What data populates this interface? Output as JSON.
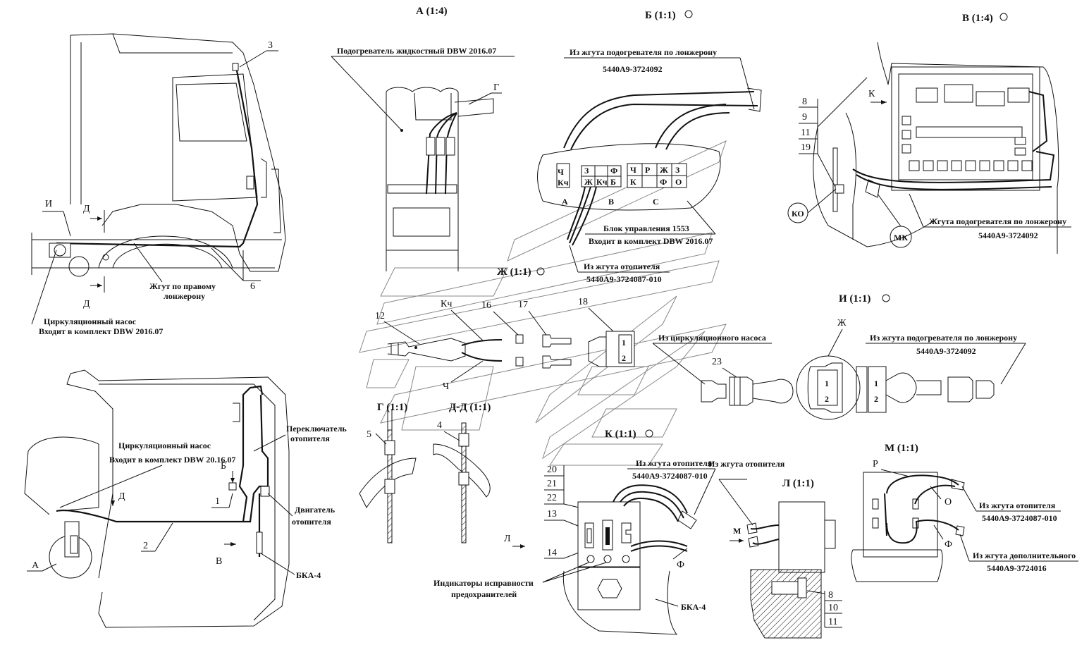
{
  "views": {
    "a": "А (1:4)",
    "b": "Б (1:1)",
    "v": "В (1:4)",
    "zh": "Ж (1:1)",
    "i": "И (1:1)",
    "g": "Г (1:1)",
    "dd": "Д-Д (1:1)",
    "k": "К (1:1)",
    "l": "Л (1:1)",
    "m": "М (1:1)"
  },
  "labels": {
    "heater_liquid": "Подогреватель жидкостный DBW 2016.07",
    "from_heater_harness_longeron": "Из жгута подогревателя  по лонжерону",
    "harness_5440A9_3724092": "5440А9-3724092",
    "control_unit_1553": "Блок управления 1553",
    "included_dbw_2016": "Входит в комплект DBW 2016.07",
    "from_heater_harness": "Из жгута отопителя",
    "harness_5440A9_3724087_010": "5440А9-3724087-010",
    "harness_right_longeron_1": "Жгут по правому",
    "harness_right_longeron_2": "лонжерону",
    "circ_pump": "Циркуляционный насос",
    "included_dbw_2016_b": "Входит в комплект DBW 2016.07",
    "circ_pump_2": "Циркуляционный насос",
    "included_dbw_20_16_07": "Входит в комплект DBW 20.16.07",
    "switch_1": "Переключатель",
    "switch_2": "отопителя",
    "engine_1": "Двигатель",
    "engine_2": "отопителя",
    "bka4": "БКА-4",
    "bka4_b": "БКА-4",
    "harness_heater_longeron_v": "Жгута подогревателя по лонжерону",
    "harness_5440A9_3724092_v": "5440А9-3724092",
    "from_circ_pump": "Из циркуляционного насоса",
    "from_heater_longeron_i": "Из жгута подогревателя по лонжерону",
    "harness_5440A9_3724092_i": "5440А9-3724092",
    "from_heater_k": "Из жгута отопителя",
    "harness_k": "5440А9-3724087-010",
    "fuse_indicators_1": "Индикаторы исправности",
    "fuse_indicators_2": "предохранителей",
    "from_heater_m": "Из жгута отопителя",
    "harness_m": "5440А9-3724087-010",
    "from_additional_m": "Из жгута дополнительного",
    "harness_m2": "5440А9-3724016",
    "ko": "КО",
    "mk": "МК"
  },
  "letters": {
    "g": "Г",
    "d1": "Д",
    "d2": "Д",
    "i": "И",
    "zh": "Ж",
    "k": "К",
    "b": "Б",
    "d3": "Д",
    "a": "А",
    "v": "В",
    "l": "Л",
    "m": "М",
    "kch": "Кч",
    "ch": "Ч",
    "f": "Ф",
    "r": "Р",
    "o": "О",
    "f2": "Ф",
    "conn_a": "А",
    "conn_v": "В",
    "conn_s": "С"
  },
  "pins": {
    "a1": "Ч",
    "a2": "Кч",
    "v1": "З",
    "v2": "Ж",
    "v3": "Кч",
    "v4": "Ф",
    "v5": "Б",
    "s1": "Ч",
    "s2": "Р",
    "s3": "Ж",
    "s4": "З",
    "s5": "К",
    "s6": "Ф",
    "s7": "О"
  },
  "numbers": {
    "n3": "3",
    "n6": "6",
    "n5": "5",
    "n4": "4",
    "n1": "1",
    "n2": "2",
    "n8": "8",
    "n9": "9",
    "n11": "11",
    "n19": "19",
    "n12": "12",
    "n16": "16",
    "n17": "17",
    "n18": "18",
    "n23": "23",
    "n20": "20",
    "n21": "21",
    "n22": "22",
    "n13": "13",
    "n14": "14",
    "n8b": "8",
    "n10": "10",
    "n11b": "11",
    "plug1": "1",
    "plug2": "2",
    "plug1b": "1",
    "plug2b": "2",
    "plug1c": "1",
    "plug2c": "2"
  }
}
